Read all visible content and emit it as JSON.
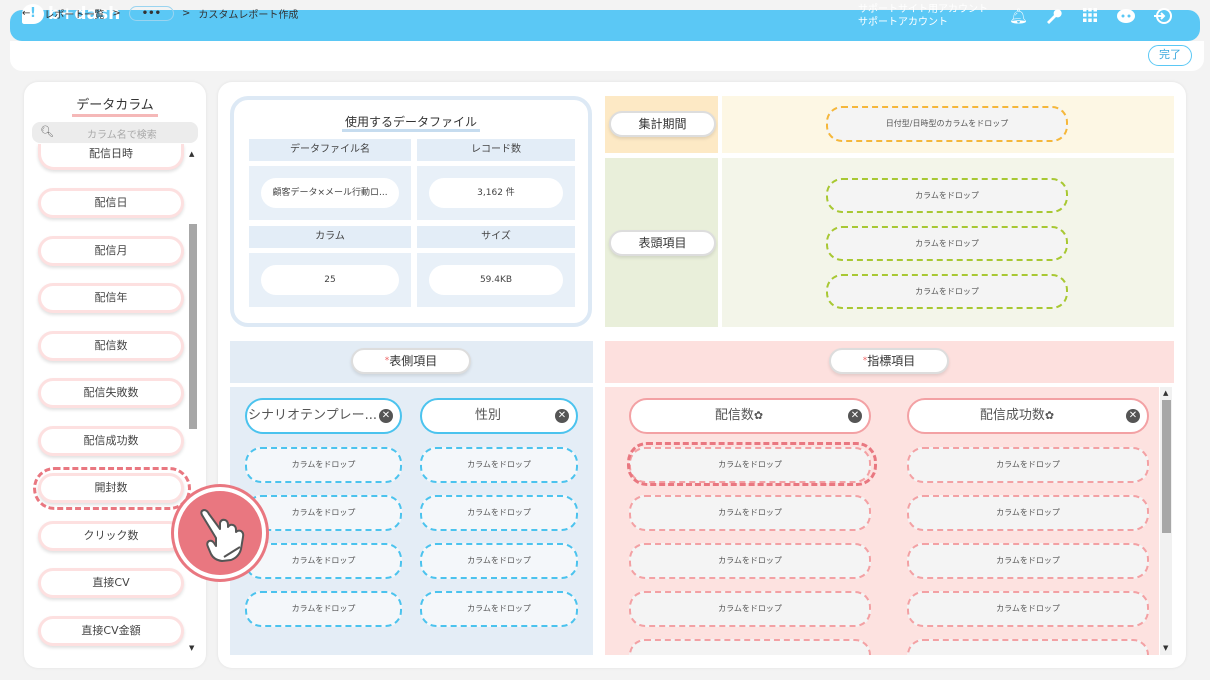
{
  "header": {
    "logo": "b+dash",
    "account_line1": "サポートサイト用アカウント",
    "account_line2": "サポートアカウント",
    "icons": [
      "bell-icon",
      "wrench-icon",
      "grid-icon",
      "chat-bot-icon",
      "logout-icon"
    ]
  },
  "breadcrumb": {
    "back": "←",
    "item1": "レポート一覧",
    "sep": ">",
    "more": "•••",
    "current": "カスタムレポート作成"
  },
  "done_button": "完了",
  "sidebar": {
    "title": "データカラム",
    "search_placeholder": "カラム名で検索",
    "items": [
      "配信日時",
      "配信日",
      "配信月",
      "配信年",
      "配信数",
      "配信失敗数",
      "配信成功数",
      "開封数",
      "クリック数",
      "直接CV",
      "直接CV金額"
    ]
  },
  "data_file": {
    "title": "使用するデータファイル",
    "headers": [
      "データファイル名",
      "レコード数",
      "カラム",
      "サイズ"
    ],
    "values": [
      "顧客データ×メール行動ロ...",
      "3,162 件",
      "25",
      "59.4KB"
    ]
  },
  "period": {
    "label": "集計期間",
    "dropzone": "日付型/日時型のカラムをドロップ"
  },
  "header_items": {
    "label": "表頭項目",
    "dropzone": "カラムをドロップ"
  },
  "row_items": {
    "required": "*",
    "label": "表側項目",
    "chips": [
      "シナリオテンプレー...",
      "性別"
    ],
    "dropzone": "カラムをドロップ"
  },
  "metric_items": {
    "required": "*",
    "label": "指標項目",
    "chips": [
      "配信数",
      "配信成功数"
    ],
    "gear": "✿",
    "dropzone": "カラムをドロップ"
  },
  "colors": {
    "accent": "#5bc8f5",
    "pink": "#e97780"
  }
}
